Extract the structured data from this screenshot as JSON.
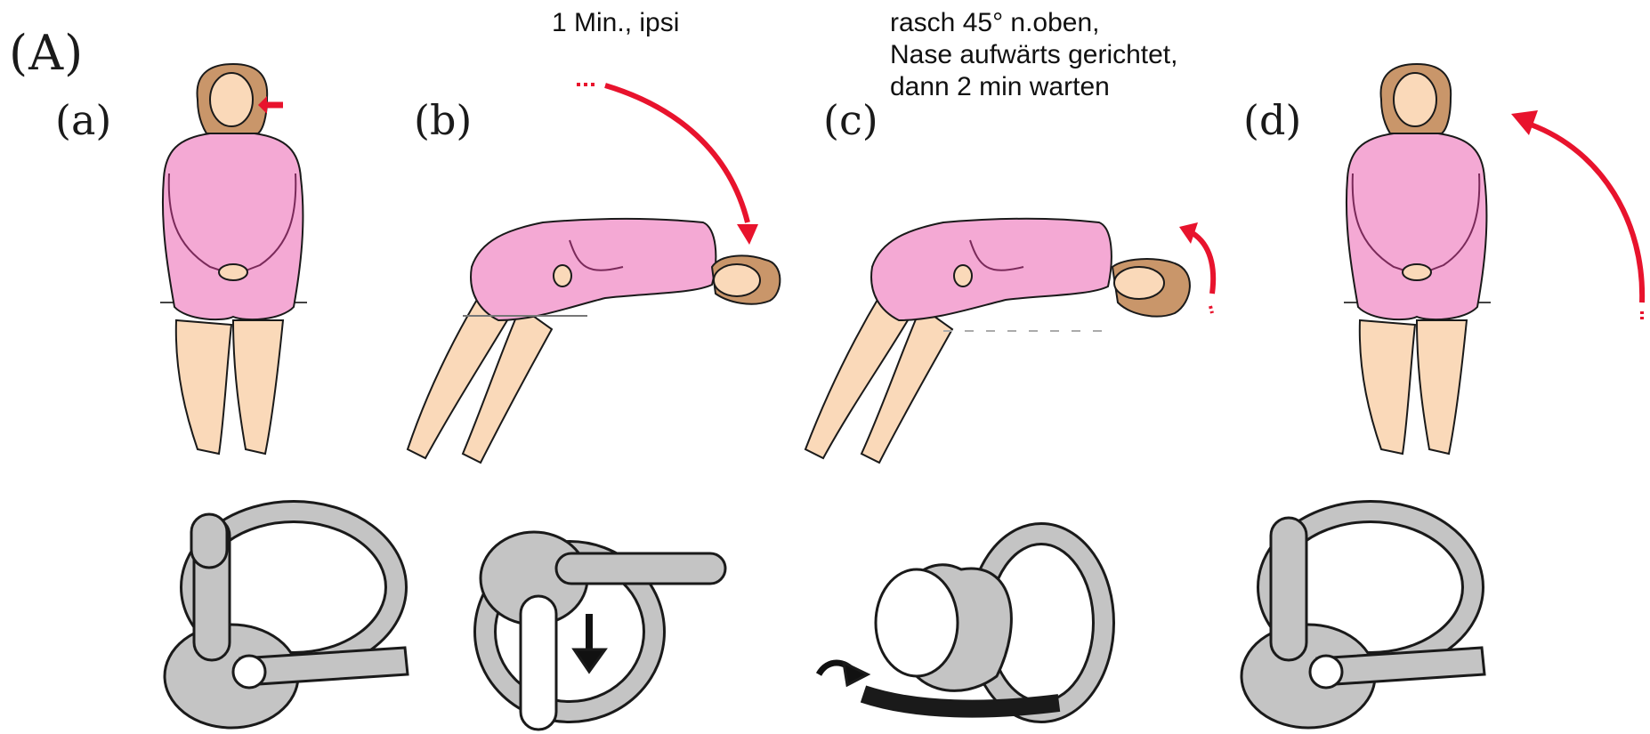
{
  "figure": {
    "label": "(A)",
    "steps": [
      {
        "id": "a",
        "label": "(a)",
        "note_lines": []
      },
      {
        "id": "b",
        "label": "(b)",
        "note_lines": [
          "1 Min., ipsi"
        ]
      },
      {
        "id": "c",
        "label": "(c)",
        "note_lines": [
          "rasch 45° n.oben,",
          "Nase aufwärts gerichtet,",
          "dann 2 min warten"
        ]
      },
      {
        "id": "d",
        "label": "(d)",
        "note_lines": []
      }
    ]
  },
  "colors": {
    "dress": "#f4a9d4",
    "dress_outline": "#7a2a5a",
    "skin": "#fad9b9",
    "hair": "#c9966a",
    "arrow": "#e8132d",
    "canal": "#c4c4c4",
    "outline": "#1a1a1a"
  }
}
